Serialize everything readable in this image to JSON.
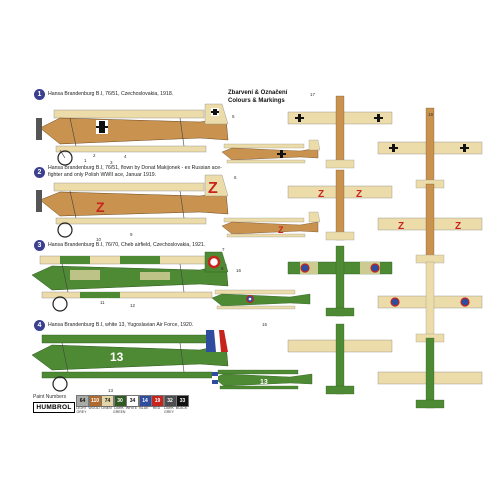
{
  "header": {
    "line1": "Zbarvení & Označení",
    "line2": "Colours & Markings"
  },
  "variants": [
    {
      "num": "1",
      "text": "Hansa Brandenburg B.I, 76/51, Czechoslovakia, 1918."
    },
    {
      "num": "2",
      "text": "Hansa Brandenburg B.I, 76/51, flown by Donat Makijonek - ex Russian ace-fighter and only Polish WWII ace, Januar 1919."
    },
    {
      "num": "3",
      "text": "Hansa Brandenburg B.I, 76/70, Cheb airfield, Czechoslovakia, 1921."
    },
    {
      "num": "4",
      "text": "Hansa Brandenburg B.I, white 13, Yugoslavian Air Force, 1920."
    }
  ],
  "paint": {
    "label": "Paint Numbers",
    "brand": "HUMBROL",
    "swatches": [
      {
        "num": "64",
        "name": "LIGHT GREY",
        "color": "#a9aba6"
      },
      {
        "num": "110",
        "name": "WOOD",
        "color": "#b06a2c"
      },
      {
        "num": "74",
        "name": "LINEN",
        "color": "#e3d5a8"
      },
      {
        "num": "30",
        "name": "DARK GREEN",
        "color": "#2f5a22"
      },
      {
        "num": "34",
        "name": "WHITE",
        "color": "#ffffff"
      },
      {
        "num": "14",
        "name": "BLUE",
        "color": "#2e4d9e"
      },
      {
        "num": "19",
        "name": "RED",
        "color": "#c8241e"
      },
      {
        "num": "32",
        "name": "DARK GREY",
        "color": "#4b4d4f"
      },
      {
        "num": "33",
        "name": "BLACK",
        "color": "#111111"
      }
    ]
  },
  "codes": {
    "v2": "Z",
    "v4": "13"
  },
  "callouts": [
    "1",
    "2",
    "3",
    "4",
    "5",
    "6",
    "7",
    "8",
    "9",
    "10",
    "11",
    "12",
    "13",
    "14",
    "15",
    "16",
    "17",
    "18"
  ],
  "colors": {
    "linen": "#ecdcaa",
    "wood": "#c9924f",
    "green": "#4d8a33",
    "darkgreen": "#2f5a22",
    "red": "#c8241e",
    "blue": "#2e4d9e",
    "black": "#111111",
    "num_circle": "#3a3f8f"
  }
}
